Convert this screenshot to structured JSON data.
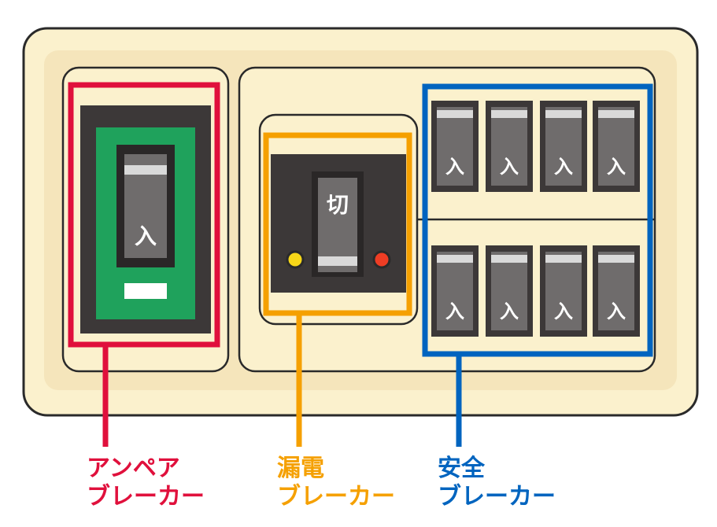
{
  "switch_on_text": "入",
  "switch_off_text": "切",
  "colors": {
    "ampere": "#e0103c",
    "leakage": "#f5a000",
    "safety": "#0064bf",
    "panel_outer": "#fbf1cd",
    "panel_inner": "#f5e5bb",
    "breaker_body": "#3c3838",
    "breaker_green": "#1fa25c"
  },
  "labels": {
    "ampere": {
      "line1": "アンペア",
      "line2": "ブレーカー"
    },
    "leakage": {
      "line1": "漏電",
      "line2": "ブレーカー"
    },
    "safety": {
      "line1": "安全",
      "line2": "ブレーカー"
    }
  },
  "safety_breakers": {
    "top_row_count": 4,
    "bottom_row_count": 4,
    "state": "入"
  },
  "indicator_lamps": [
    "yellow",
    "red"
  ],
  "icons": [
    "breaker-switch-icon",
    "indicator-lamp-icon"
  ]
}
